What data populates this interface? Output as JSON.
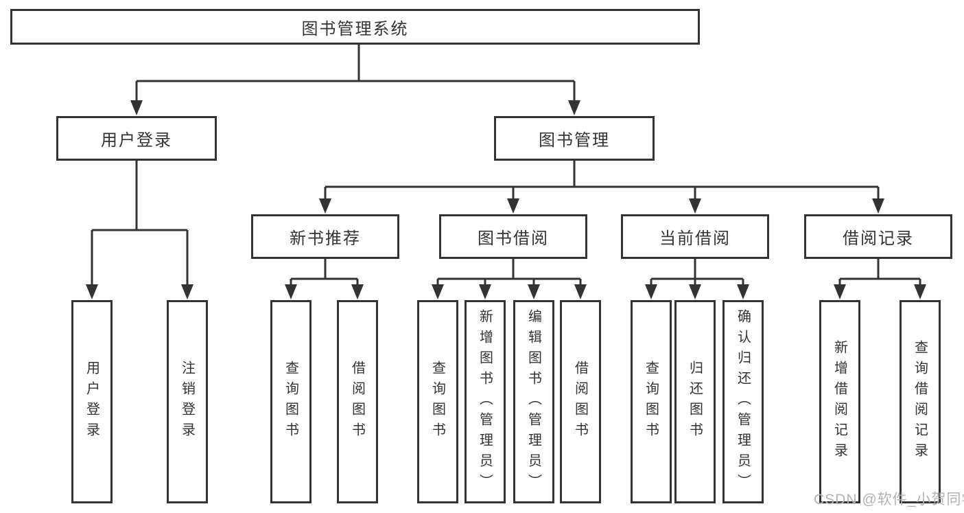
{
  "root": {
    "label": "图书管理系统"
  },
  "level2": [
    {
      "label": "用户登录"
    },
    {
      "label": "图书管理"
    }
  ],
  "level3": [
    {
      "label": "新书推荐"
    },
    {
      "label": "图书借阅"
    },
    {
      "label": "当前借阅"
    },
    {
      "label": "借阅记录"
    }
  ],
  "leaves": {
    "user_login": [
      "用户登录",
      "注销登录"
    ],
    "new_book_recommend": [
      "查询图书",
      "借阅图书"
    ],
    "book_borrow": [
      "查询图书",
      "新增图书（管理员）",
      "编辑图书（管理员）",
      "借阅图书"
    ],
    "current_borrow": [
      "查询图书",
      "归还图书",
      "确认归还（管理员）"
    ],
    "borrow_record": [
      "新增借阅记录",
      "查询借阅记录"
    ]
  },
  "watermark": {
    "text": "CSDN @软件_小贺同学"
  },
  "colors": {
    "line": "#333333",
    "border": "#333333",
    "text": "#333333",
    "watermark": "#b3b3b3",
    "background": "#ffffff"
  }
}
